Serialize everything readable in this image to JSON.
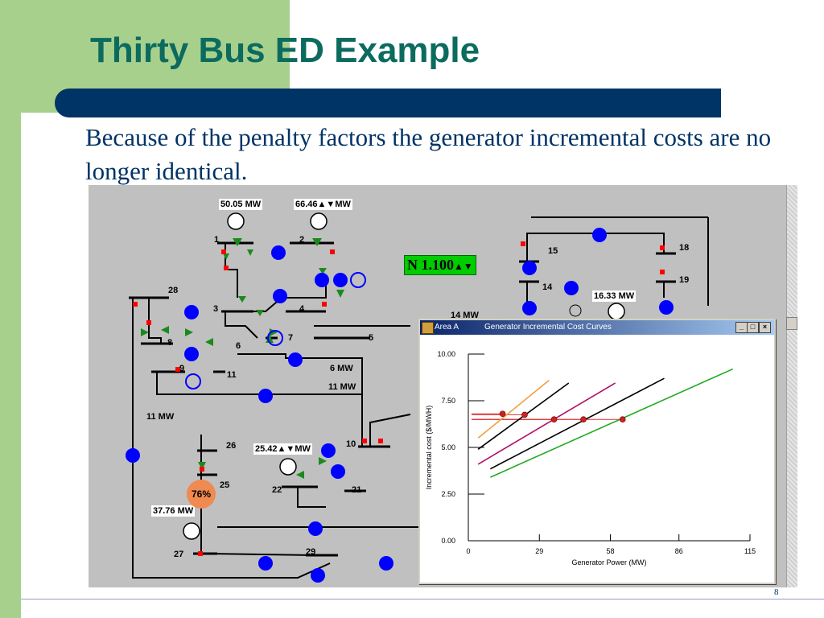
{
  "slide": {
    "title": "Thirty Bus ED Example",
    "subtitle": "Because of the penalty factors the generator incremental costs are no longer identical.",
    "page_number": "8"
  },
  "oneline": {
    "gen_labels": [
      {
        "id": "gen1",
        "text": "50.05 MW"
      },
      {
        "id": "gen2",
        "text": "66.46",
        "unit": "MW"
      },
      {
        "id": "gen16",
        "text": "16.33 MW"
      },
      {
        "id": "gen22",
        "text": "25.42",
        "unit": "MW"
      },
      {
        "id": "gen27",
        "text": "37.76 MW"
      }
    ],
    "bus_numbers": [
      "1",
      "2",
      "3",
      "4",
      "5",
      "6",
      "7",
      "8",
      "9",
      "10",
      "11",
      "14",
      "15",
      "18",
      "19",
      "21",
      "22",
      "25",
      "26",
      "27",
      "28",
      "29"
    ],
    "flow_labels": [
      "6 MW",
      "11 MW",
      "11 MW",
      "14 MW"
    ],
    "voltage": "N 1.100",
    "loading_percent": "76%"
  },
  "chart_window": {
    "app_name": "Area A",
    "title": "Generator Incremental Cost Curves",
    "buttons": [
      "_",
      "□",
      "×"
    ]
  },
  "chart_data": {
    "type": "line",
    "title": "",
    "xlabel": "Generator Power (MW)",
    "ylabel": "Incremental cost ($/MWH)",
    "xlim": [
      0,
      115
    ],
    "ylim": [
      0,
      10
    ],
    "x_ticks": [
      "0",
      "29",
      "58",
      "86",
      "115"
    ],
    "y_ticks": [
      "0.00",
      "2.50",
      "5.00",
      "7.50",
      "10.00"
    ],
    "series": [
      {
        "color": "#f0a040",
        "x": [
          4,
          33
        ],
        "y": [
          5.5,
          8.6
        ]
      },
      {
        "color": "#000000",
        "x": [
          4,
          41
        ],
        "y": [
          4.9,
          8.45
        ]
      },
      {
        "color": "#b0106a",
        "x": [
          4,
          60
        ],
        "y": [
          4.1,
          8.45
        ]
      },
      {
        "color": "#000000",
        "x": [
          9,
          80
        ],
        "y": [
          3.85,
          8.7
        ]
      },
      {
        "color": "#22aa22",
        "x": [
          9,
          108
        ],
        "y": [
          3.4,
          9.2
        ]
      }
    ],
    "operating_points": [
      {
        "x": 14,
        "y": 6.8
      },
      {
        "x": 23,
        "y": 6.75
      },
      {
        "x": 35,
        "y": 6.5
      },
      {
        "x": 47,
        "y": 6.5
      },
      {
        "x": 63,
        "y": 6.5
      }
    ],
    "grid": false
  },
  "colors": {
    "slide_green": "#a8d08d",
    "title_teal": "#0b6b5e",
    "navy": "#003366",
    "panel_gray": "#c0c0c0",
    "flow_arrow_green": "#1a8a1a",
    "breaker_red": "#ff0000",
    "pie_blue": "#0000ff"
  }
}
